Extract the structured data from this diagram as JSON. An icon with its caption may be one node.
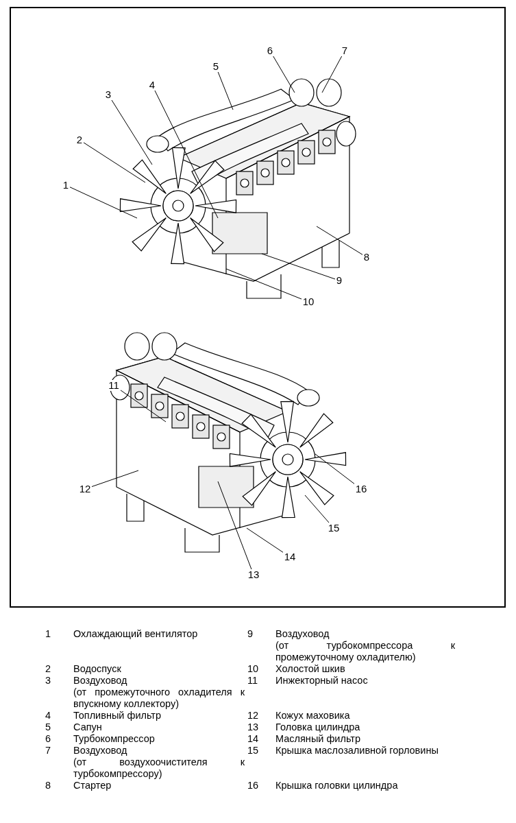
{
  "diagram": {
    "nodes": [
      {
        "text": [
          "1"
        ]
      },
      {
        "text": [
          "2"
        ]
      },
      {
        "text": [
          "3"
        ]
      },
      {
        "text": [
          "4"
        ]
      },
      {
        "text": [
          "5"
        ]
      },
      {
        "text": [
          "6"
        ]
      },
      {
        "text": [
          "7"
        ]
      },
      {
        "text": [
          "8"
        ]
      },
      {
        "text": [
          "9"
        ]
      },
      {
        "text": [
          "10"
        ]
      },
      {
        "text": [
          "11"
        ]
      },
      {
        "text": [
          "12"
        ]
      },
      {
        "text": [
          "13"
        ]
      },
      {
        "text": [
          "14"
        ]
      },
      {
        "text": [
          "15"
        ]
      },
      {
        "text": [
          "16"
        ]
      }
    ],
    "edges": [
      {
        "from": 0,
        "to": null,
        "arrow": "none"
      },
      {
        "from": 1,
        "to": null,
        "arrow": "none"
      },
      {
        "from": 2,
        "to": null,
        "arrow": "none"
      },
      {
        "from": 3,
        "to": null,
        "arrow": "none"
      },
      {
        "from": 4,
        "to": null,
        "arrow": "none"
      },
      {
        "from": 5,
        "to": null,
        "arrow": "none"
      },
      {
        "from": 6,
        "to": null,
        "arrow": "none"
      },
      {
        "from": 7,
        "to": null,
        "arrow": "none"
      },
      {
        "from": 8,
        "to": null,
        "arrow": "none"
      },
      {
        "from": 9,
        "to": null,
        "arrow": "none"
      },
      {
        "from": 10,
        "to": null,
        "arrow": "none"
      },
      {
        "from": 11,
        "to": null,
        "arrow": "none"
      },
      {
        "from": 12,
        "to": null,
        "arrow": "none"
      },
      {
        "from": 13,
        "to": null,
        "arrow": "none"
      },
      {
        "from": 14,
        "to": null,
        "arrow": "none"
      },
      {
        "from": 15,
        "to": null,
        "arrow": "none"
      }
    ],
    "labels": [
      "1",
      "Охлаждающий вентилятор",
      "9",
      "Воздуховод",
      "(от турбокомпрессора к промежуточному охладителю)",
      "2",
      "Водоспуск",
      "10",
      "Холостой шкив",
      "3",
      "Воздуховод",
      "(от промежуточного охладителя к впускному коллектору)",
      "11",
      "Инжекторный насос",
      "4",
      "Топливный фильтр",
      "12",
      "Кожух маховика",
      "5",
      "Сапун",
      "13",
      "Головка цилиндра",
      "6",
      "Турбокомпрессор",
      "14",
      "Масляный фильтр",
      "7",
      "Воздуховод",
      "(от воздухоочистителя к турбокомпрессору)",
      "15",
      "Крышка маслозаливной горловины",
      "8",
      "Стартер",
      "16",
      "Крышка головки цилиндра"
    ]
  }
}
